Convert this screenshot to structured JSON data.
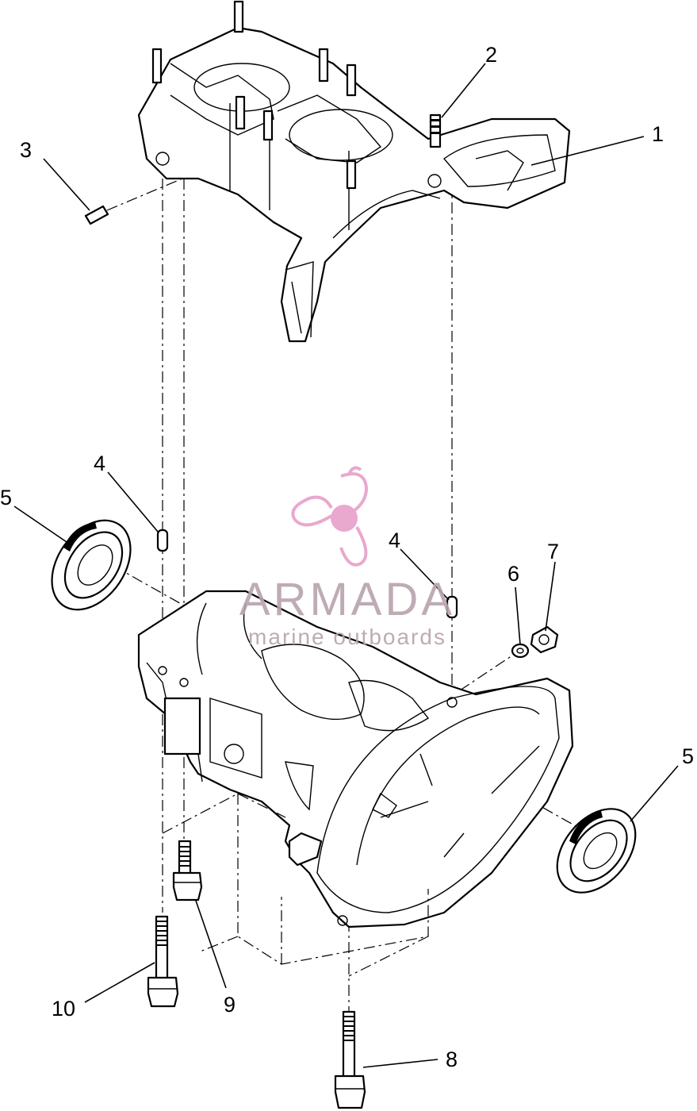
{
  "watermark": {
    "brand": "ARMADA",
    "tagline": "marine outboards",
    "color": "#e79fc9"
  },
  "callouts": [
    {
      "id": "part-1",
      "label": "1"
    },
    {
      "id": "part-2",
      "label": "2"
    },
    {
      "id": "part-3",
      "label": "3"
    },
    {
      "id": "part-4-left",
      "label": "4"
    },
    {
      "id": "part-4-right",
      "label": "4"
    },
    {
      "id": "part-5-left",
      "label": "5"
    },
    {
      "id": "part-5-right",
      "label": "5"
    },
    {
      "id": "part-6",
      "label": "6"
    },
    {
      "id": "part-7",
      "label": "7"
    },
    {
      "id": "part-8",
      "label": "8"
    },
    {
      "id": "part-9",
      "label": "9"
    },
    {
      "id": "part-10",
      "label": "10"
    }
  ]
}
